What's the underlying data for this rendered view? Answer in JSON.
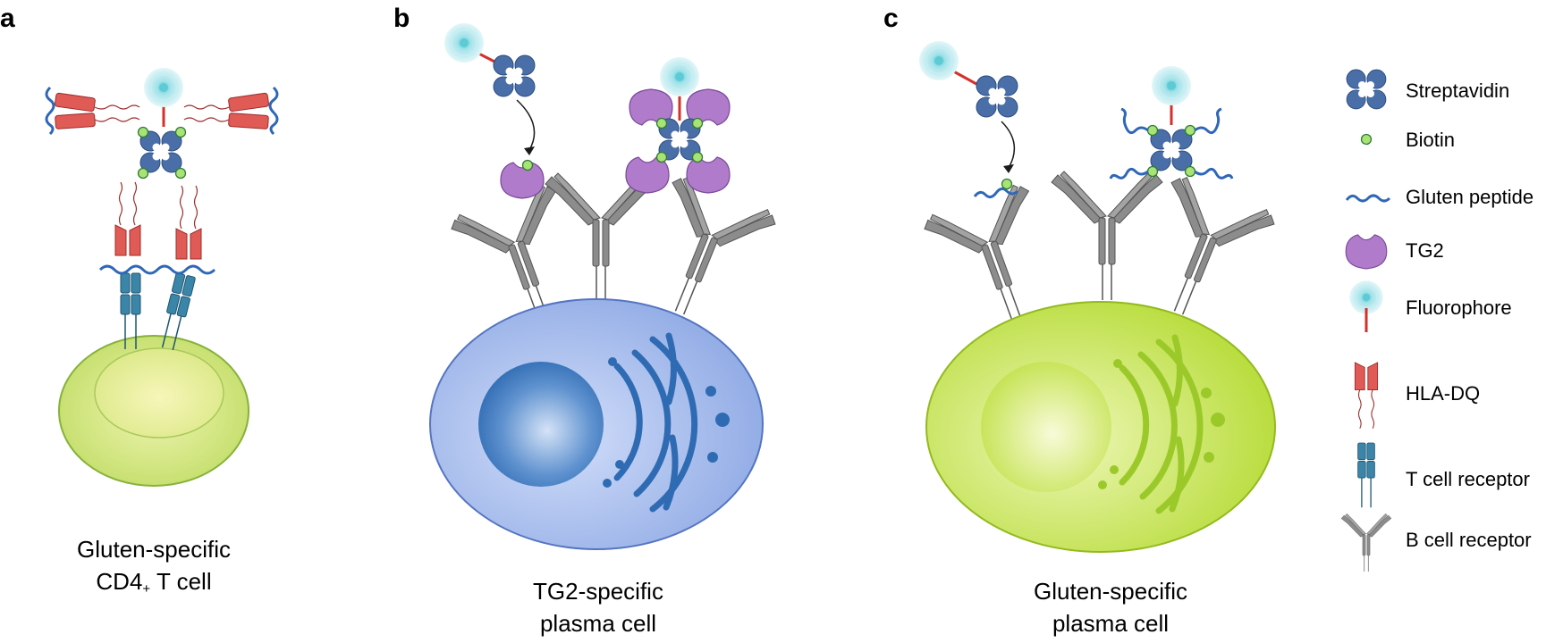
{
  "panels": {
    "a": {
      "letter": "a",
      "caption_line1": "Gluten-specific",
      "caption_line2_main": "CD4",
      "caption_line2_sub": "+",
      "caption_line2_rest": " T cell"
    },
    "b": {
      "letter": "b",
      "caption_line1": "TG2-specific",
      "caption_line2": "plasma cell"
    },
    "c": {
      "letter": "c",
      "caption_line1": "Gluten-specific",
      "caption_line2": "plasma cell"
    }
  },
  "legend": {
    "items": [
      {
        "icon": "streptavidin-icon",
        "label": "Streptavidin"
      },
      {
        "icon": "biotin-icon",
        "label": "Biotin"
      },
      {
        "icon": "gluten-peptide-icon",
        "label": "Gluten peptide"
      },
      {
        "icon": "tg2-icon",
        "label": "TG2"
      },
      {
        "icon": "fluorophore-icon",
        "label": "Fluorophore"
      },
      {
        "icon": "hla-dq-icon",
        "label": "HLA-DQ"
      },
      {
        "icon": "t-cell-receptor-icon",
        "label": "T cell receptor"
      },
      {
        "icon": "b-cell-receptor-icon",
        "label": "B cell receptor"
      }
    ]
  },
  "colors": {
    "streptavidin": "#4a6fa8",
    "biotin": "#8fd35a",
    "peptide": "#2f67b8",
    "tg2": "#b17bcb",
    "fluorophore": "#6fd2dc",
    "stick": "#d4312b",
    "hla": "#e05a56",
    "tcr": "#3b86a8",
    "bcr": "#8c8c8c",
    "tcell": "#c9e07a",
    "blue_cell": "#8ea9e4",
    "green_cell": "#b5db35"
  }
}
